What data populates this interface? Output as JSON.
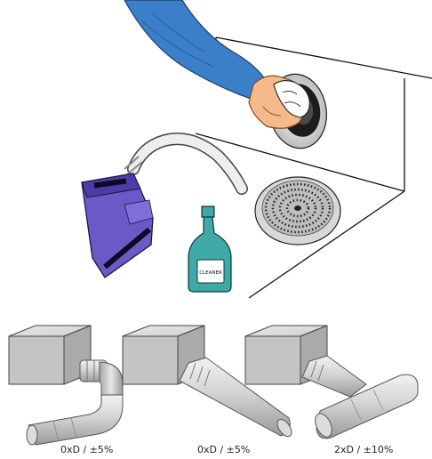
{
  "illustration": {
    "bottle_label": "CLEANER"
  },
  "captions": {
    "left": "0xD / ±5%",
    "middle": "0xD / ±5%",
    "right": "2xD / ±10%"
  },
  "colors": {
    "sleeve": "#3a7fc8",
    "vacuum": "#6a5ac8",
    "bottle": "#3ea9a6",
    "duct": "#c8c8c8"
  }
}
